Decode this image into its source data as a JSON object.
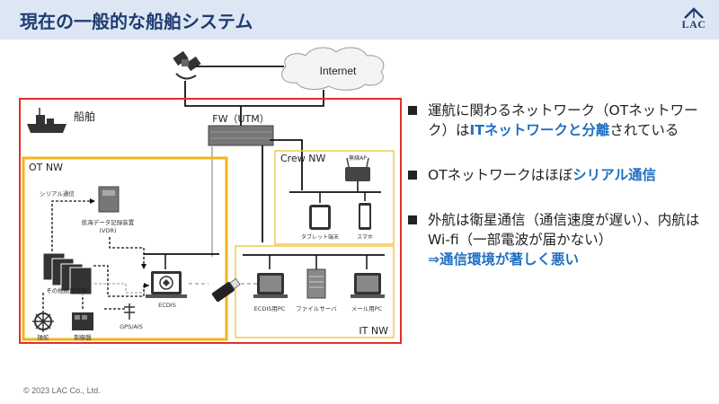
{
  "title": "現在の一般的な船舶システム",
  "logo": "LAC",
  "footer": "© 2023 LAC Co., Ltd.",
  "diagram": {
    "internet": "Internet",
    "ship": "船舶",
    "fw": "FW（UTM）",
    "ot_nw": "OT NW",
    "crew_nw": "Crew NW",
    "it_nw": "IT NW",
    "serial": "シリアル通信",
    "vdr": "航海データ記録装置\n(VDR)",
    "vdr_line1": "航海データ記録装置",
    "vdr_line2": "(VDR)",
    "other_devices": "その他航用機器",
    "ecdis": "ECDIS",
    "rudder": "操舵",
    "control_panel": "制御盤",
    "gps_ais": "GPS/AIS",
    "wifi_ap": "無線AP",
    "tablet": "タブレット端末",
    "smartphone": "スマホ",
    "ecdis_pc": "ECDIS用PC",
    "file_server": "ファイルサーバ",
    "mail_pc": "メール用PC"
  },
  "bullets": [
    {
      "prefix": "運航に関わるネットワーク（OTネットワーク）は",
      "highlight": "ITネットワークと分離",
      "suffix": "されている"
    },
    {
      "prefix": "OTネットワークはほぼ",
      "highlight": "シリアル通信",
      "suffix": ""
    },
    {
      "prefix": "外航は衛星通信（通信速度が遅い）、内航はWi-fi（一部電波が届かない）",
      "highlight": "⇒通信環境が著しく悪い",
      "suffix": ""
    }
  ],
  "colors": {
    "accent": "#1f6fc2",
    "title": "#1f3b73",
    "ship_border": "#e0302a",
    "ot_border": "#f2b51a",
    "crew_border": "#f2c84b"
  }
}
